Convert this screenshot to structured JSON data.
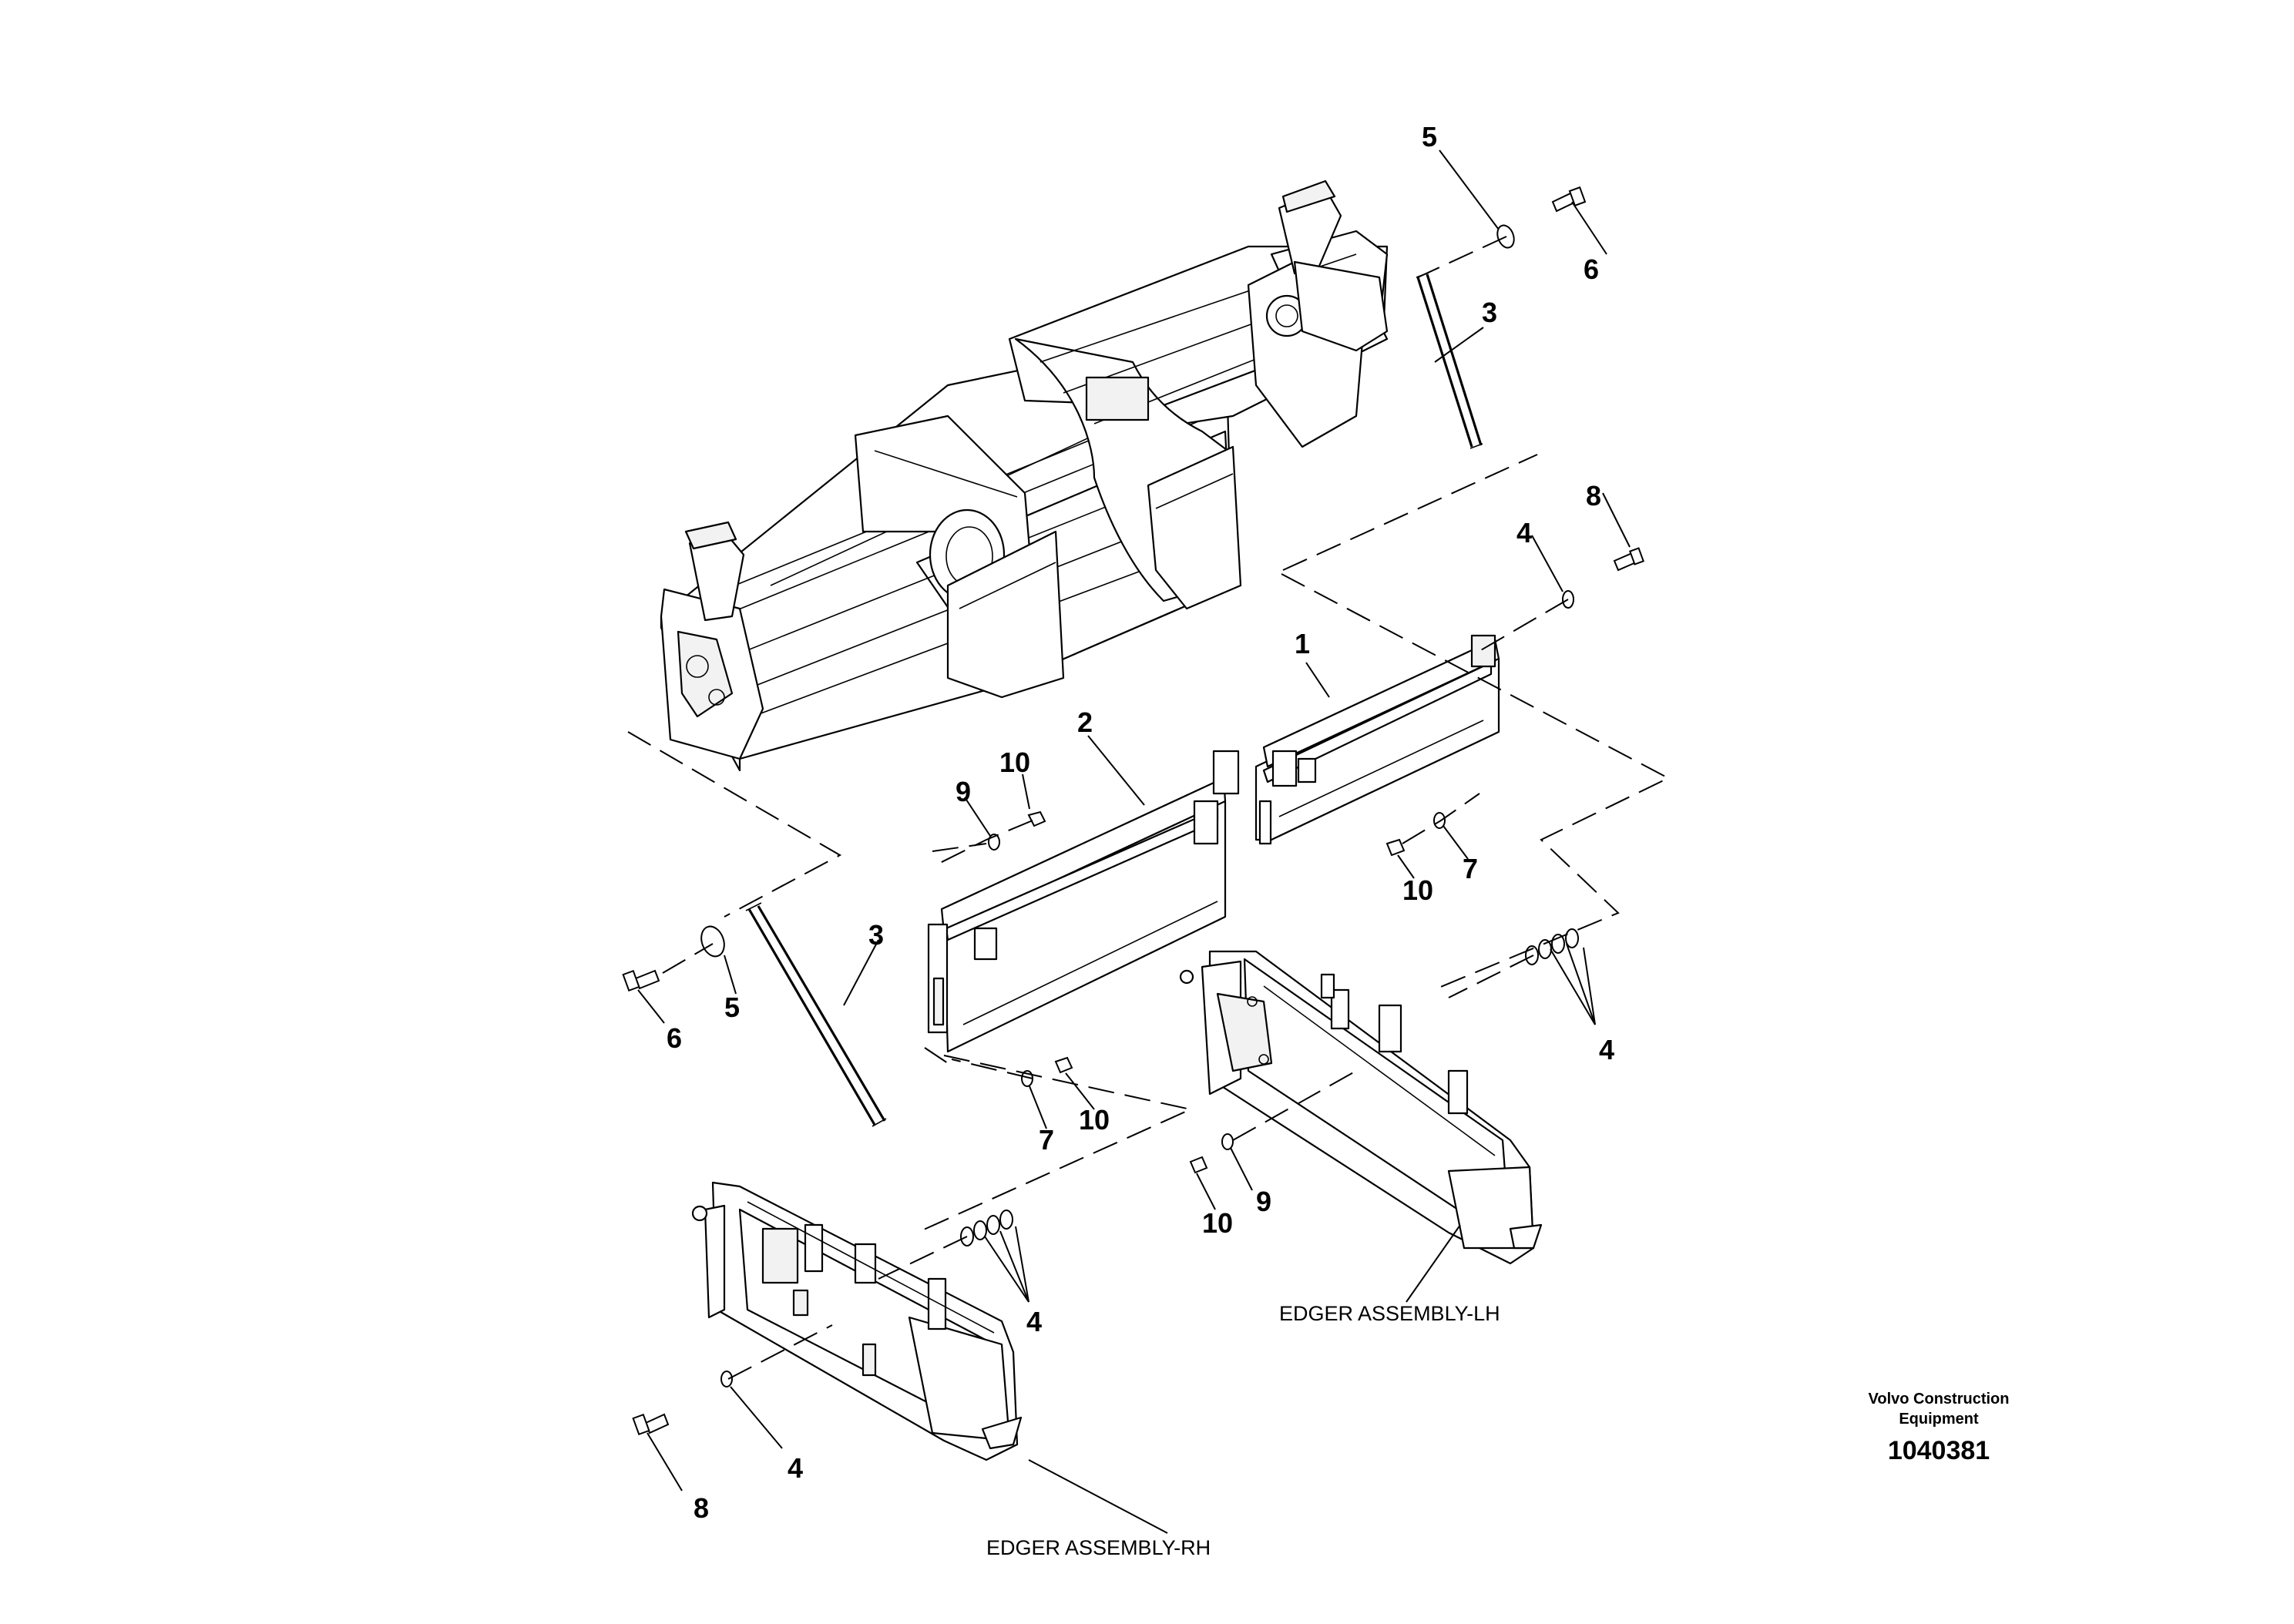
{
  "callouts": {
    "c5_top": "5",
    "c6_top": "6",
    "c3_top": "3",
    "c8_top": "8",
    "c4_top": "4",
    "c1": "1",
    "c2": "2",
    "c10_a": "10",
    "c9_a": "9",
    "c7_a": "7",
    "c10_b": "10",
    "c3_left": "3",
    "c5_left": "5",
    "c6_left": "6",
    "c4_right": "4",
    "c7_b": "7",
    "c10_c": "10",
    "c9_b": "9",
    "c10_d": "10",
    "c4_mid": "4",
    "c4_bottom": "4",
    "c8_bottom": "8"
  },
  "captions": {
    "edger_lh": "EDGER ASSEMBLY-LH",
    "edger_rh": "EDGER ASSEMBLY-RH"
  },
  "title_block": {
    "brand_line1": "Volvo Construction",
    "brand_line2": "Equipment",
    "document_number": "1040381"
  }
}
